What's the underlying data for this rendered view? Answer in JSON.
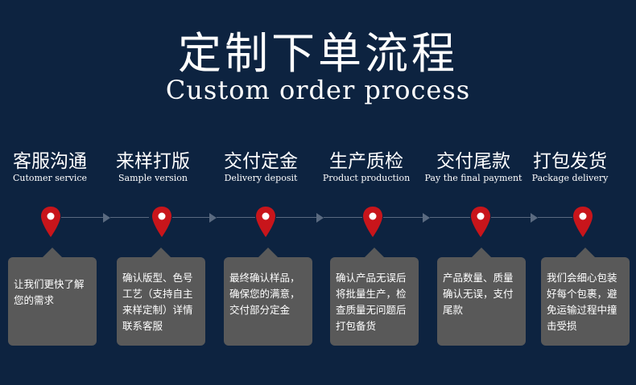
{
  "header": {
    "title_cn": "定制下单流程",
    "title_en": "Custom order process"
  },
  "colors": {
    "background": "#0d2340",
    "pin": "#c8151b",
    "card": "#595959",
    "connector": "#5a6a80"
  },
  "steps": [
    {
      "title": "客服沟通",
      "subtitle": "Cutomer service",
      "icon": "location-pin-icon",
      "description": "让我们更快了解您的需求"
    },
    {
      "title": "来样打版",
      "subtitle": "Sample version",
      "icon": "location-pin-icon",
      "description": "确认版型、色号工艺（支持自主来样定制）详情联系客服"
    },
    {
      "title": "交付定金",
      "subtitle": "Delivery deposit",
      "icon": "location-pin-icon",
      "description": "最终确认样品，确保您的满意，交付部分定金"
    },
    {
      "title": "生产质检",
      "subtitle": "Product production",
      "icon": "location-pin-icon",
      "description": "确认产品无误后将批量生产，检查质量无问题后打包备货"
    },
    {
      "title": "交付尾款",
      "subtitle": "Pay the final payment",
      "icon": "location-pin-icon",
      "description": "产品数量、质量确认无误，支付尾款"
    },
    {
      "title": "打包发货",
      "subtitle": "Package delivery",
      "icon": "location-pin-icon",
      "description": "我们会细心包装好每个包裹，避免运输过程中撞击受损"
    }
  ]
}
